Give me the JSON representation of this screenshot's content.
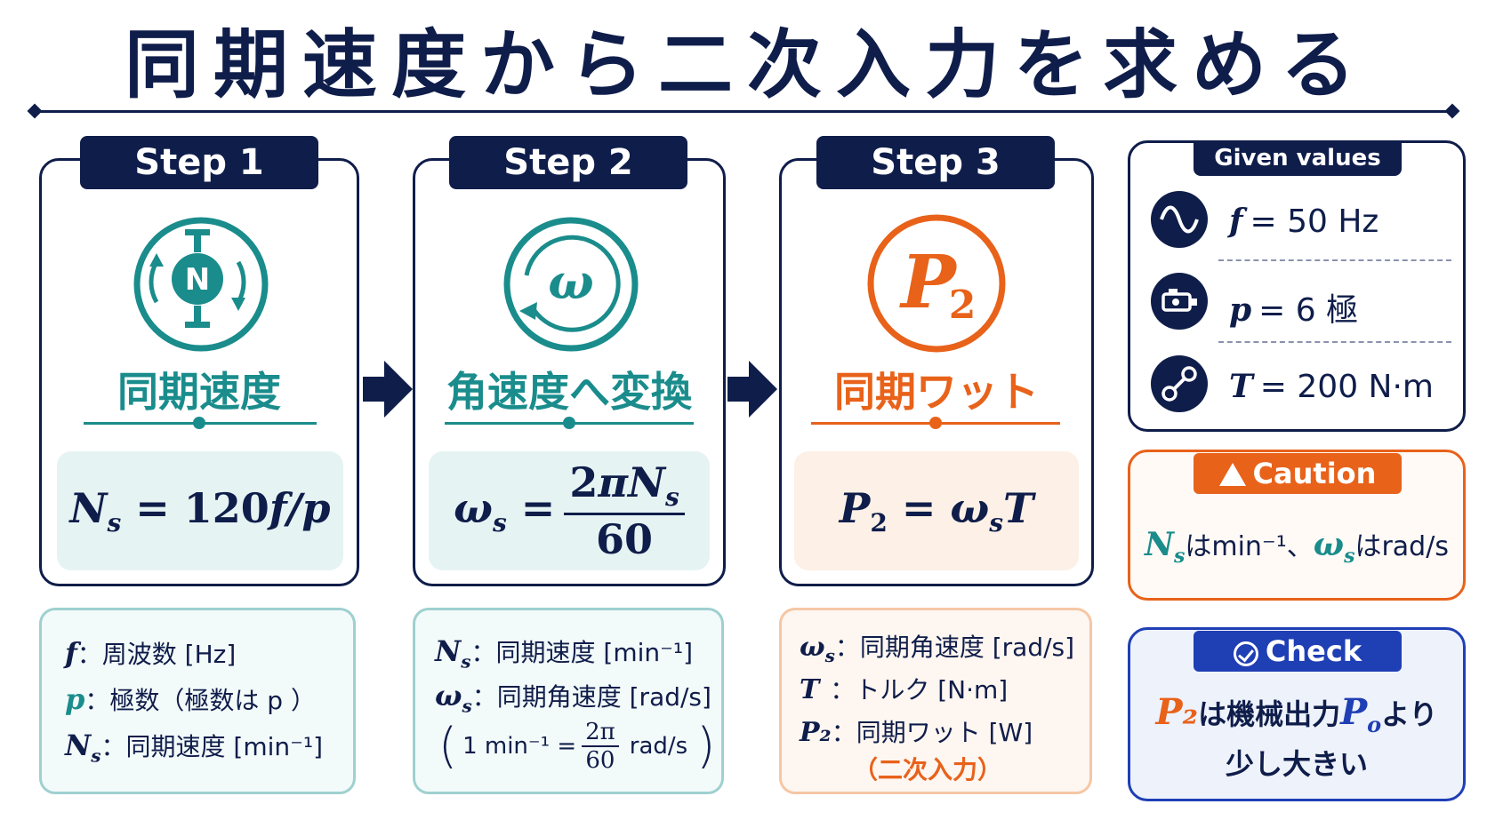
{
  "title": "同期速度から二次入力を求める",
  "steps": [
    {
      "tab": "Step 1",
      "icon": "motor-icon",
      "icon_letter": "N",
      "subtitle": "同期速度",
      "formula": "N_s = 120f/p",
      "legend": [
        {
          "sym": "f",
          "text": "：周波数 [Hz]"
        },
        {
          "sym": "p",
          "text": "：極数（極数は p ）"
        },
        {
          "sym": "N_s",
          "text": "：同期速度 [min⁻¹]"
        }
      ]
    },
    {
      "tab": "Step 2",
      "icon": "omega-icon",
      "icon_letter": "ω",
      "subtitle": "角速度へ変換",
      "formula_lhs": "ω_s =",
      "formula_num": "2πN_s",
      "formula_den": "60",
      "legend": [
        {
          "sym": "N_s",
          "text": "：同期速度 [min⁻¹]"
        },
        {
          "sym": "ω_s",
          "text": "：同期角速度 [rad/s]"
        }
      ],
      "note_lhs": "1 min⁻¹ =",
      "note_num": "2π",
      "note_den": "60",
      "note_unit": "rad/s"
    },
    {
      "tab": "Step 3",
      "icon": "p2-icon",
      "icon_letter": "P",
      "icon_sub": "2",
      "subtitle": "同期ワット",
      "formula": "P₂ = ω_s T",
      "legend": [
        {
          "sym": "ω_s",
          "text": "：同期角速度 [rad/s]"
        },
        {
          "sym": "T",
          "text": "：トルク [N·m]"
        },
        {
          "sym": "P₂",
          "text": "：同期ワット [W]"
        }
      ],
      "legend_extra": "（二次入力）"
    }
  ],
  "given": {
    "tab": "Given values",
    "items": [
      {
        "icon": "sine-wave-icon",
        "sym": "f",
        "value": "= 50 Hz"
      },
      {
        "icon": "motor-pole-icon",
        "sym": "p",
        "value": "= 6 極"
      },
      {
        "icon": "torque-link-icon",
        "sym": "T",
        "value": "= 200 N·m"
      }
    ]
  },
  "caution": {
    "tab": "Caution",
    "sym1": "N_s",
    "text1": "はmin⁻¹、",
    "sym2": "ω_s",
    "text2": "はrad/s"
  },
  "check": {
    "tab": "Check",
    "sym1": "P₂",
    "text1": "は機械出力",
    "sym2": "P_o",
    "text2": "より",
    "line2": "少し大きい"
  },
  "colors": {
    "navy": "#0f1d4a",
    "teal": "#1a8c8c",
    "orange": "#e8621a",
    "blue": "#1f3fb5"
  }
}
